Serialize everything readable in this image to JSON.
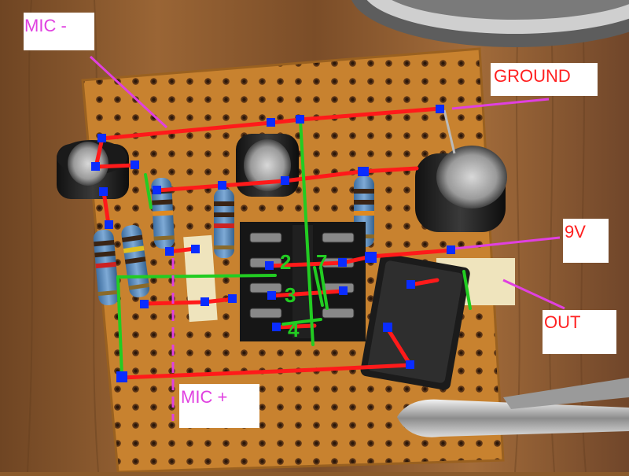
{
  "labels": {
    "mic_minus": "MIC -",
    "ground": "GROUND",
    "nine_v": "9V",
    "out": "OUT",
    "mic_plus": "MIC +"
  },
  "pin_numbers": [
    "2",
    "3",
    "4",
    "7"
  ],
  "colors": {
    "wire_red": "#ff1a1a",
    "wire_green": "#22cc22",
    "label_magenta": "#e040e0",
    "label_red": "#ff2020",
    "node_blue": "#0a2cff",
    "board": "#c8822f",
    "wood": "#8a5a2b"
  }
}
